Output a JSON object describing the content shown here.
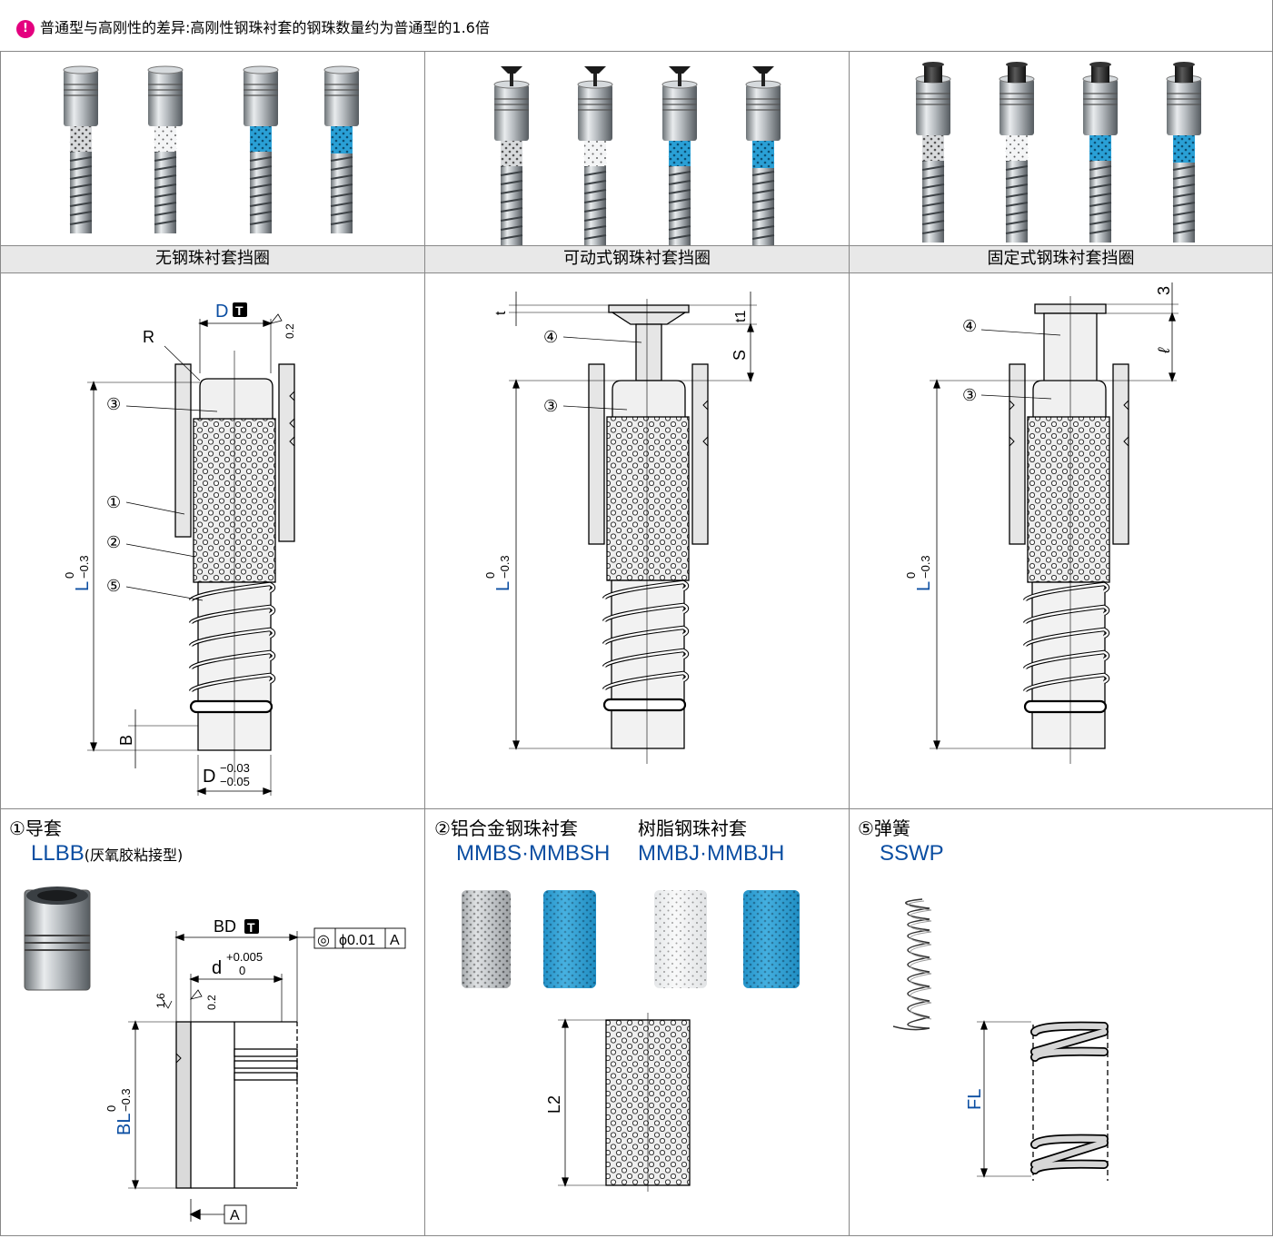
{
  "notice": {
    "icon": "info-bulb-icon",
    "text": "普通型与高刚性的差异:高刚性钢珠衬套的钢珠数量约为普通型的1.6倍"
  },
  "columns": [
    {
      "caption": "无钢珠衬套挡圈"
    },
    {
      "caption": "可动式钢珠衬套挡圈"
    },
    {
      "caption": "固定式钢珠衬套挡圈"
    }
  ],
  "drawing1": {
    "d": "D",
    "tol": "0.2",
    "r": "R",
    "c3": "③",
    "c1": "①",
    "c2": "②",
    "c5": "⑤",
    "l": "L",
    "lup": "0",
    "llo": "−0.3",
    "b": "B",
    "dlo": "D",
    "dtol_up": "−0.03",
    "dtol_lo": "−0.05"
  },
  "drawing2": {
    "t": "t",
    "t1": "t1",
    "s": "S",
    "c4": "④",
    "c3": "③",
    "l": "L",
    "lup": "0",
    "llo": "−0.3"
  },
  "drawing3": {
    "three": "3",
    "ell": "ℓ",
    "c4": "④",
    "c3": "③",
    "l": "L",
    "lup": "0",
    "llo": "−0.3"
  },
  "parts": {
    "guide": {
      "label": "①导套",
      "code": "LLBB",
      "code_note": "(厌氧胶粘接型)",
      "bd": "BD",
      "d": "d",
      "d_up": "+0.005",
      "d_lo": "0",
      "tol": "0.2",
      "rough": "1.6",
      "coax": "◎",
      "coax_val": "ϕ0.01",
      "datum": "A",
      "bl": "BL",
      "bl_up": "0",
      "bl_lo": "−0.3"
    },
    "sleeve": {
      "label": "②铝合金钢珠衬套",
      "code": "MMBS·MMBSH",
      "label2": "树脂钢珠衬套",
      "code2": "MMBJ·MMBJH",
      "l2": "L2"
    },
    "spring": {
      "label": "⑤弹簧",
      "code": "SSWP",
      "fl": "FL"
    }
  },
  "colors": {
    "grid_line": "#888888",
    "caption_bg": "#e8e8e8",
    "accent_blue": "#0b4ea2",
    "notice_icon": "#e4007f",
    "resin_blue": "#2aa0d6"
  }
}
